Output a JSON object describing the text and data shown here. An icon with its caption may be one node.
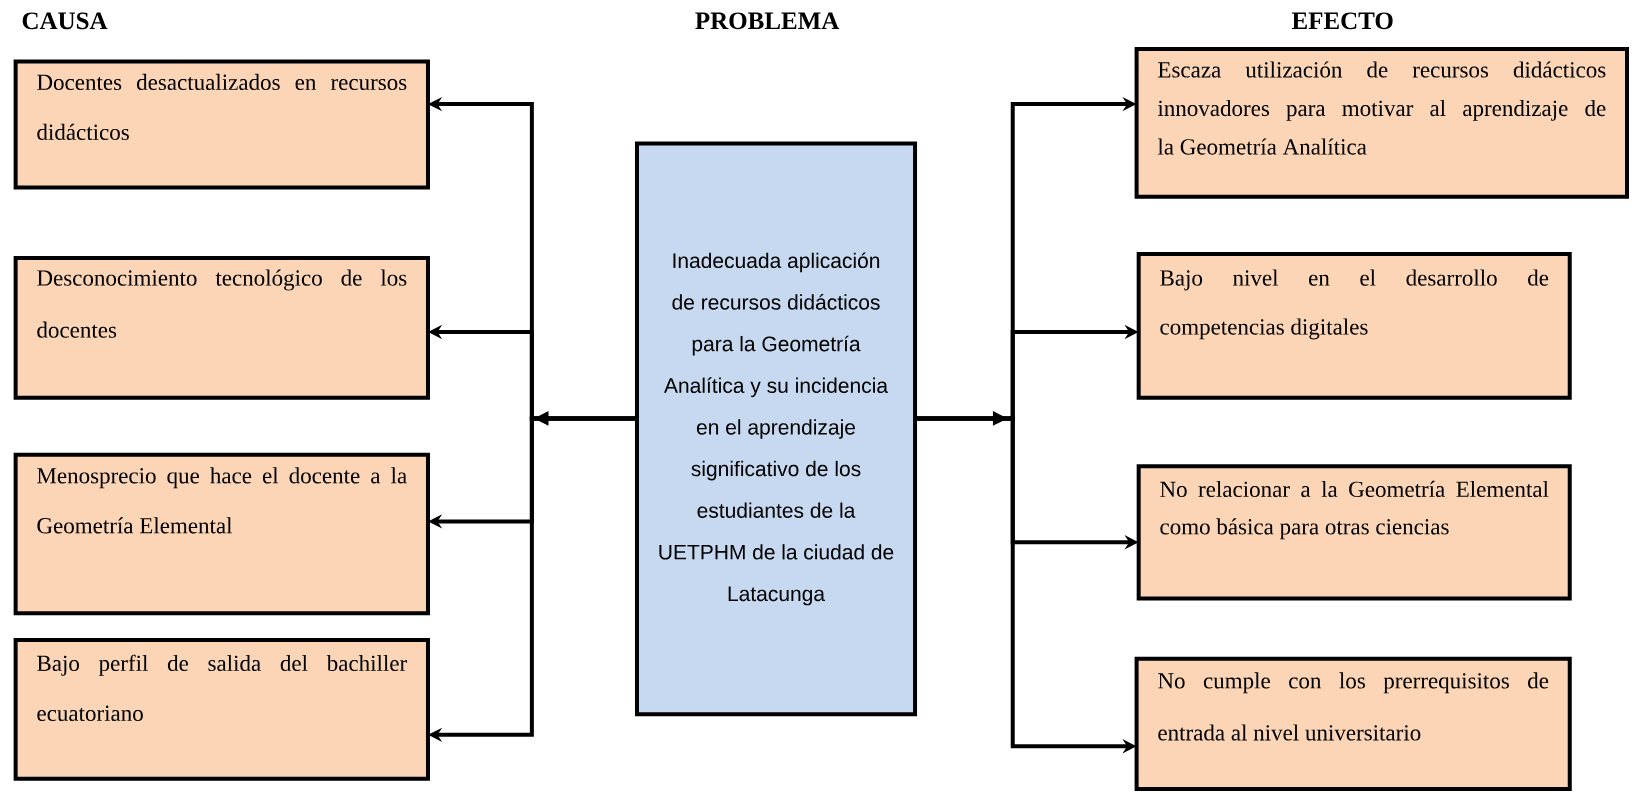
{
  "diagram": {
    "nodes": [
      {
        "text": [
          "Docentes desactualizados en recursos didácticos"
        ]
      },
      {
        "text": [
          "Desconocimiento tecnológico de los docentes"
        ]
      },
      {
        "text": [
          "Menosprecio que hace el docente a la Geometría Elemental"
        ]
      },
      {
        "text": [
          "Bajo perfil de salida del bachiller ecuatoriano"
        ]
      },
      {
        "text": [
          "Inadecuada aplicación de recursos didácticos para la Geometría Analítica y su incidencia en el aprendizaje significativo de los estudiantes de la UETPHM de la ciudad de Latacunga"
        ]
      },
      {
        "text": [
          "Escaza utilización de recursos didácticos innovadores para motivar al aprendizaje de la Geometría Analítica"
        ]
      },
      {
        "text": [
          "Bajo nivel en el desarrollo de competencias digitales"
        ]
      },
      {
        "text": [
          "No relacionar a la Geometría Elemental como básica para otras ciencias"
        ]
      },
      {
        "text": [
          "No cumple con los prerrequisitos de entrada al nivel universitario"
        ]
      }
    ],
    "edges": [
      {
        "from": 4,
        "to": 0,
        "arrow": "to"
      },
      {
        "from": 4,
        "to": 1,
        "arrow": "to"
      },
      {
        "from": 4,
        "to": 2,
        "arrow": "to"
      },
      {
        "from": 4,
        "to": 3,
        "arrow": "to"
      },
      {
        "from": 4,
        "to": 5,
        "arrow": "to"
      },
      {
        "from": 4,
        "to": 6,
        "arrow": "to"
      },
      {
        "from": 4,
        "to": 7,
        "arrow": "to"
      },
      {
        "from": 4,
        "to": 8,
        "arrow": "to"
      }
    ],
    "labels": [
      "CAUSA",
      "PROBLEMA",
      "EFECTO"
    ]
  }
}
